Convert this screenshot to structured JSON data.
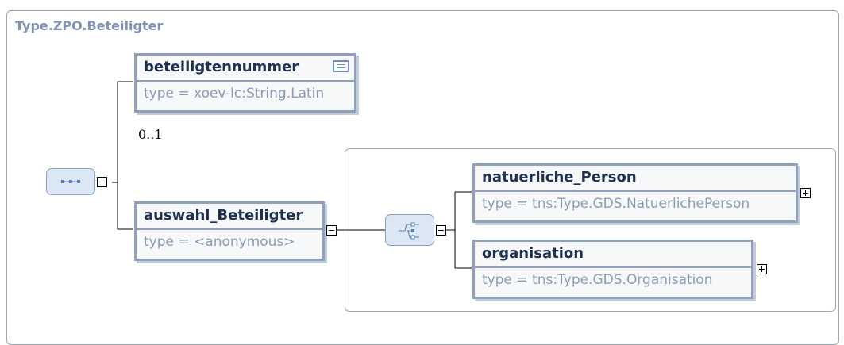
{
  "diagram": {
    "title": "Type.ZPO.Beteiligter",
    "elements": [
      {
        "name": "beteiligtennummer",
        "type": "type = xoev-lc:String.Latin",
        "cardinality": "0..1"
      },
      {
        "name": "auswahl_Beteiligter",
        "type": "type = <anonymous>"
      },
      {
        "name": "natuerliche_Person",
        "type": "type = tns:Type.GDS.NatuerlichePerson"
      },
      {
        "name": "organisation",
        "type": "type = tns:Type.GDS.Organisation"
      }
    ],
    "icons": {
      "sequence": "sequence-compositor-icon",
      "choice": "choice-compositor-icon",
      "documentation": "documentation-icon"
    },
    "colors": {
      "border": "#8ea0bd",
      "title": "#7f93b2",
      "name": "#20304f",
      "type": "#8b9bb5"
    }
  }
}
